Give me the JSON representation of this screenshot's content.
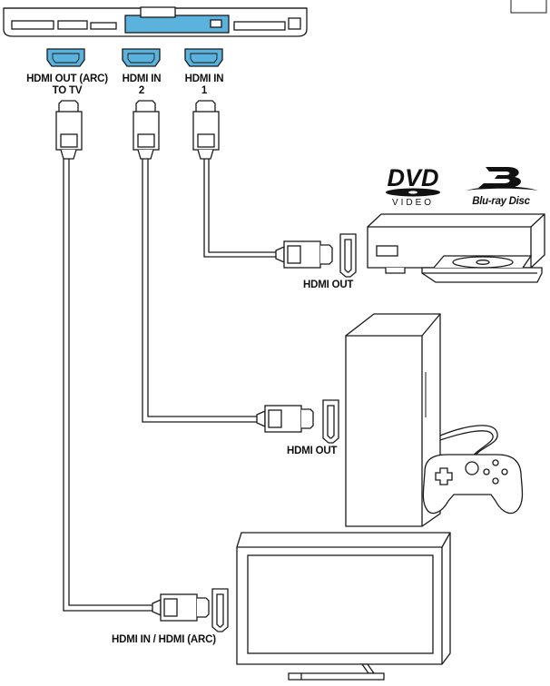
{
  "soundbar_ports": {
    "arc_out": "HDMI OUT (ARC)",
    "arc_out_line2": "TO TV",
    "in2": "HDMI IN",
    "in2_line2": "2",
    "in1": "HDMI IN",
    "in1_line2": "1"
  },
  "devices": {
    "bluray_player": {
      "port_label": "HDMI OUT"
    },
    "game_console": {
      "port_label": "HDMI OUT"
    },
    "tv": {
      "port_label": "HDMI IN / HDMI (ARC)"
    }
  },
  "logos": {
    "dvd_mark": "DVD",
    "dvd_text": "VIDEO",
    "bluray_text": "Blu-ray Disc"
  },
  "colors": {
    "port_fill": "#5bb2dc",
    "line": "#1a1a1a",
    "background": "#ffffff"
  }
}
